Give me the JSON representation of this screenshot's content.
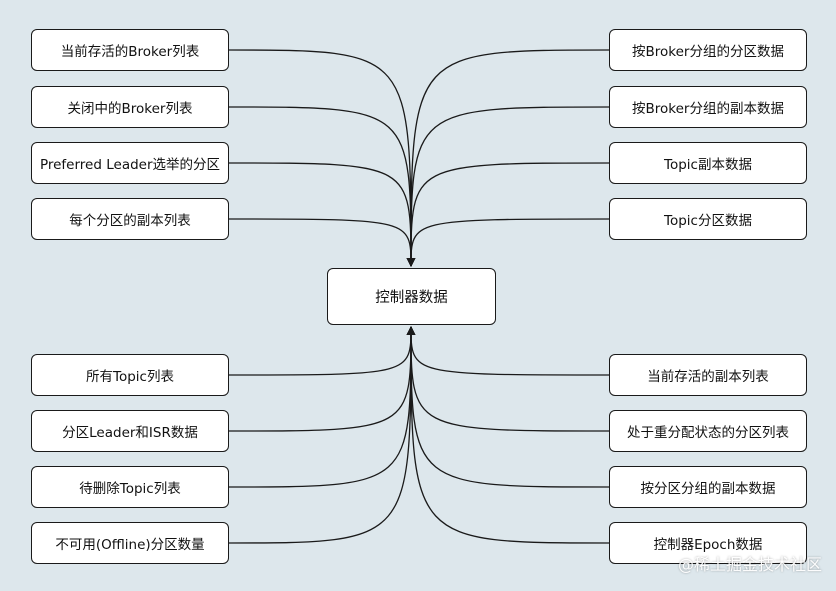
{
  "center": "控制器数据",
  "left_top": [
    "当前存活的Broker列表",
    "关闭中的Broker列表",
    "Preferred Leader选举的分区",
    "每个分区的副本列表"
  ],
  "right_top": [
    "按Broker分组的分区数据",
    "按Broker分组的副本数据",
    "Topic副本数据",
    "Topic分区数据"
  ],
  "left_bottom": [
    "所有Topic列表",
    "分区Leader和ISR数据",
    "待删除Topic列表",
    "不可用(Offline)分区数量"
  ],
  "right_bottom": [
    "当前存活的副本列表",
    "处于重分配状态的分区列表",
    "按分区分组的副本数据",
    "控制器Epoch数据"
  ],
  "watermark": "@稀土掘金技术社区"
}
